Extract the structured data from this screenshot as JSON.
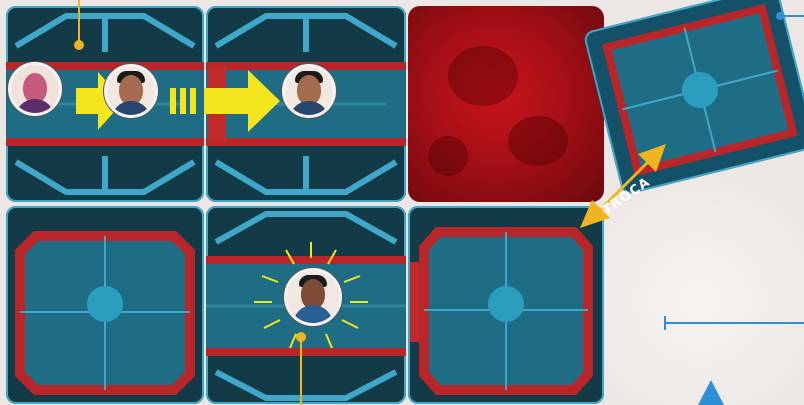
{
  "swap_label": "TROCA",
  "colors": {
    "tile_dark": "#123a47",
    "tile_floor": "#1f6d85",
    "tile_border": "#3fa7c8",
    "wall_red": "#b8262a",
    "arrow_yellow": "#f4e61e",
    "swap_arrow": "#f0b41e",
    "space_red": "#b5121a",
    "guide_blue": "#2f8fd6"
  },
  "icons": [
    "character-token",
    "move-arrow",
    "swap-arrow",
    "sun-rays"
  ]
}
